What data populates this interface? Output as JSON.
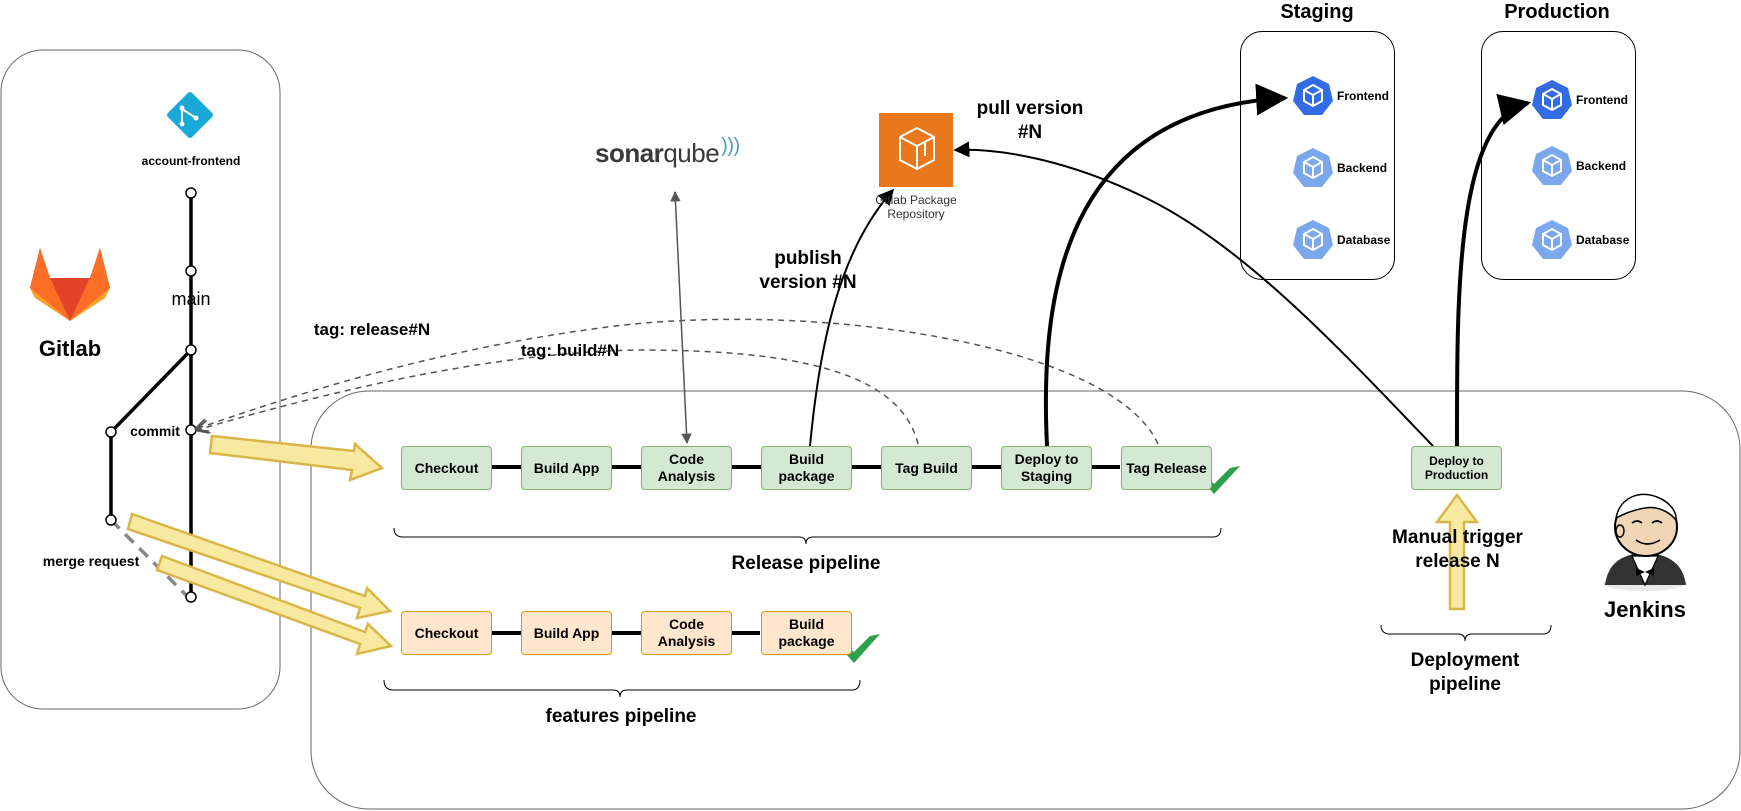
{
  "gitlab": {
    "title": "Gitlab",
    "repo_name": "account-frontend",
    "branch_label": "main",
    "commit_label": "commit",
    "merge_request_label": "merge request",
    "tag_release_label": "tag: release#N",
    "tag_build_label": "tag: build#N"
  },
  "sonarqube": {
    "name_sonar": "sonar",
    "name_qube": "qube"
  },
  "package_repo": {
    "name": "Gitlab Package Repository"
  },
  "annotations": {
    "publish": "publish version #N",
    "pull": "pull version #N",
    "manual_trigger": "Manual trigger release N"
  },
  "release_pipeline": {
    "label": "Release pipeline",
    "stages": [
      "Checkout",
      "Build App",
      "Code Analysis",
      "Build package",
      "Tag Build",
      "Deploy to Staging",
      "Tag Release"
    ]
  },
  "features_pipeline": {
    "label": "features pipeline",
    "stages": [
      "Checkout",
      "Build App",
      "Code Analysis",
      "Build package"
    ]
  },
  "deployment_pipeline": {
    "label": "Deployment pipeline",
    "stage": "Deploy to Production"
  },
  "jenkins": {
    "name": "Jenkins"
  },
  "staging": {
    "title": "Staging",
    "services": [
      "Frontend",
      "Backend",
      "Database"
    ]
  },
  "production": {
    "title": "Production",
    "services": [
      "Frontend",
      "Backend",
      "Database"
    ]
  },
  "colors": {
    "success_green": "#2e9e4f",
    "release_fill": "#d5e8d4",
    "feature_fill": "#ffe6cc",
    "k8s_active": "#326ce5",
    "k8s_inactive": "#7ba7ec",
    "gitlab_orange": "#e24329",
    "aws_orange": "#e8781b",
    "arrow_yellow": "#f7eaa0"
  }
}
